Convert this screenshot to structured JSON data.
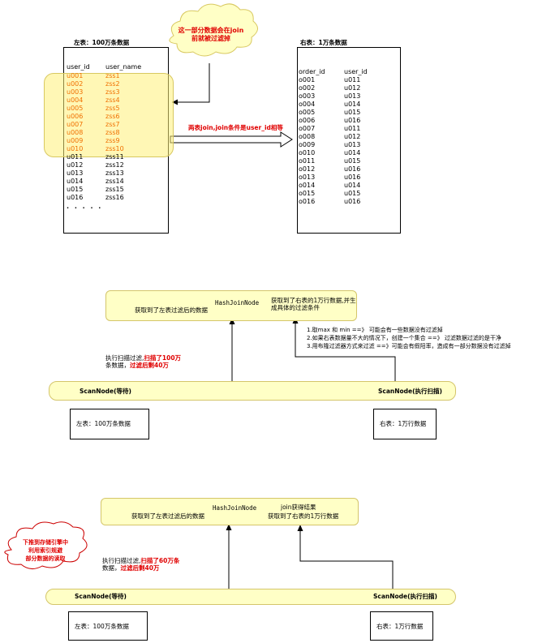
{
  "top": {
    "left_title": "左表：100万条数据",
    "right_title": "右表：1万条数据",
    "cloud_text_1": "这一部分数据会在join",
    "cloud_text_2": "前就被过滤掉",
    "arrow_label": "两表join,join条件是user_id相等",
    "left_table": {
      "headers": [
        "user_id",
        "user_name"
      ],
      "rows": [
        [
          "u001",
          "zss1"
        ],
        [
          "u002",
          "zss2"
        ],
        [
          "u003",
          "zss3"
        ],
        [
          "u004",
          "zss4"
        ],
        [
          "u005",
          "zss5"
        ],
        [
          "u006",
          "zss6"
        ],
        [
          "u007",
          "zss7"
        ],
        [
          "u008",
          "zss8"
        ],
        [
          "u009",
          "zss9"
        ],
        [
          "u010",
          "zss10"
        ],
        [
          "u011",
          "zss11"
        ],
        [
          "u012",
          "zss12"
        ],
        [
          "u013",
          "zss13"
        ],
        [
          "u014",
          "zss14"
        ],
        [
          "u015",
          "zss15"
        ],
        [
          "u016",
          "zss16"
        ]
      ],
      "ellipsis": "· · · · ·"
    },
    "right_table": {
      "headers": [
        "order_id",
        "user_id"
      ],
      "rows": [
        [
          "o001",
          "u011"
        ],
        [
          "o002",
          "u012"
        ],
        [
          "o003",
          "u013"
        ],
        [
          "o004",
          "u014"
        ],
        [
          "o005",
          "u015"
        ],
        [
          "o006",
          "u016"
        ],
        [
          "o007",
          "u011"
        ],
        [
          "o008",
          "u012"
        ],
        [
          "o009",
          "u013"
        ],
        [
          "o010",
          "u014"
        ],
        [
          "o011",
          "u015"
        ],
        [
          "o012",
          "u016"
        ],
        [
          "o013",
          "u016"
        ],
        [
          "o014",
          "u014"
        ],
        [
          "o015",
          "u015"
        ],
        [
          "o016",
          "u016"
        ]
      ]
    }
  },
  "mid": {
    "hash_node": "HashJoinNode",
    "hash_left": "获取到了左表过滤后的数据",
    "hash_right_1": "获取到了右表的1万行数据,并生",
    "hash_right_2": "成具体的过滤条件",
    "notes": [
      "1.取max 和 min  ==》 可能会有一些数据没有过滤掉",
      "2.如果右表数据量不大的情况下，创建一个集合  ==》 过滤数据过滤的是干净",
      "3.用布隆过滤器方式来过滤  ==》可能会有假阳率，造成有一部分数据没有过滤掉"
    ],
    "exec_1_black": "执行扫描过滤,",
    "exec_1_red": "扫描了100万",
    "exec_2_black": "条数据，",
    "exec_2_red": "过滤后剩40万",
    "scan_left": "ScanNode(等待)",
    "scan_right": "ScanNode(执行扫描)",
    "left_box": "左表：100万条数据",
    "right_box": "右表：1万行数据"
  },
  "bottom": {
    "hash_node": "HashJoinNode",
    "hash_right_top": "join获得结果",
    "hash_left": "获取到了左表过滤后的数据",
    "hash_right": "获取到了右表的1万行数据",
    "cloud_1": "下推到存储引擎中",
    "cloud_2": "利用索引规避",
    "cloud_3": "部分数据的读取",
    "exec_1_black": "执行扫描过滤,",
    "exec_1_red": "扫描了60万条",
    "exec_2_black": "数据，",
    "exec_2_red": "过滤后剩40万",
    "scan_left": "ScanNode(等待)",
    "scan_right": "ScanNode(执行扫描)",
    "left_box": "左表：100万条数据",
    "right_box": "右表：1万行数据"
  }
}
